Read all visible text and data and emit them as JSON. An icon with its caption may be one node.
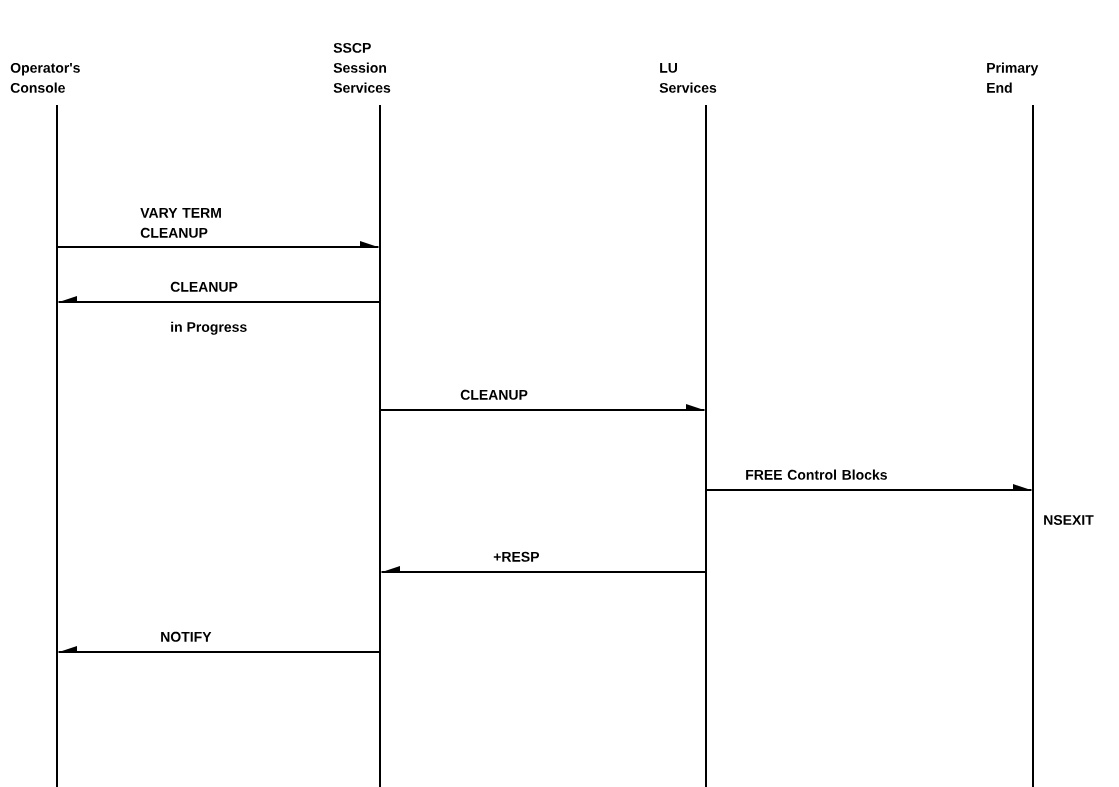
{
  "diagram": {
    "nodes": [
      {
        "text": [
          "Operator's Console"
        ]
      },
      {
        "text": [
          "SSCP Session Services"
        ]
      },
      {
        "text": [
          "LU Services"
        ]
      },
      {
        "text": [
          "Primary End"
        ],
        "beside": [
          "NSEXIT"
        ]
      }
    ],
    "edges": [
      {
        "from": 0,
        "to": 1,
        "arrow": "to",
        "label": "VARY TERM CLEANUP"
      },
      {
        "from": 1,
        "to": 0,
        "arrow": "to",
        "label": "CLEANUP"
      },
      {
        "from": 1,
        "to": 2,
        "arrow": "to",
        "label": "CLEANUP"
      },
      {
        "from": 2,
        "to": 3,
        "arrow": "to",
        "label": "FREE Control Blocks"
      },
      {
        "from": 2,
        "to": 1,
        "arrow": "to",
        "label": "+RESP"
      },
      {
        "from": 1,
        "to": 0,
        "arrow": "to",
        "label": "NOTIFY"
      }
    ],
    "labels": [
      "in Progress"
    ]
  }
}
